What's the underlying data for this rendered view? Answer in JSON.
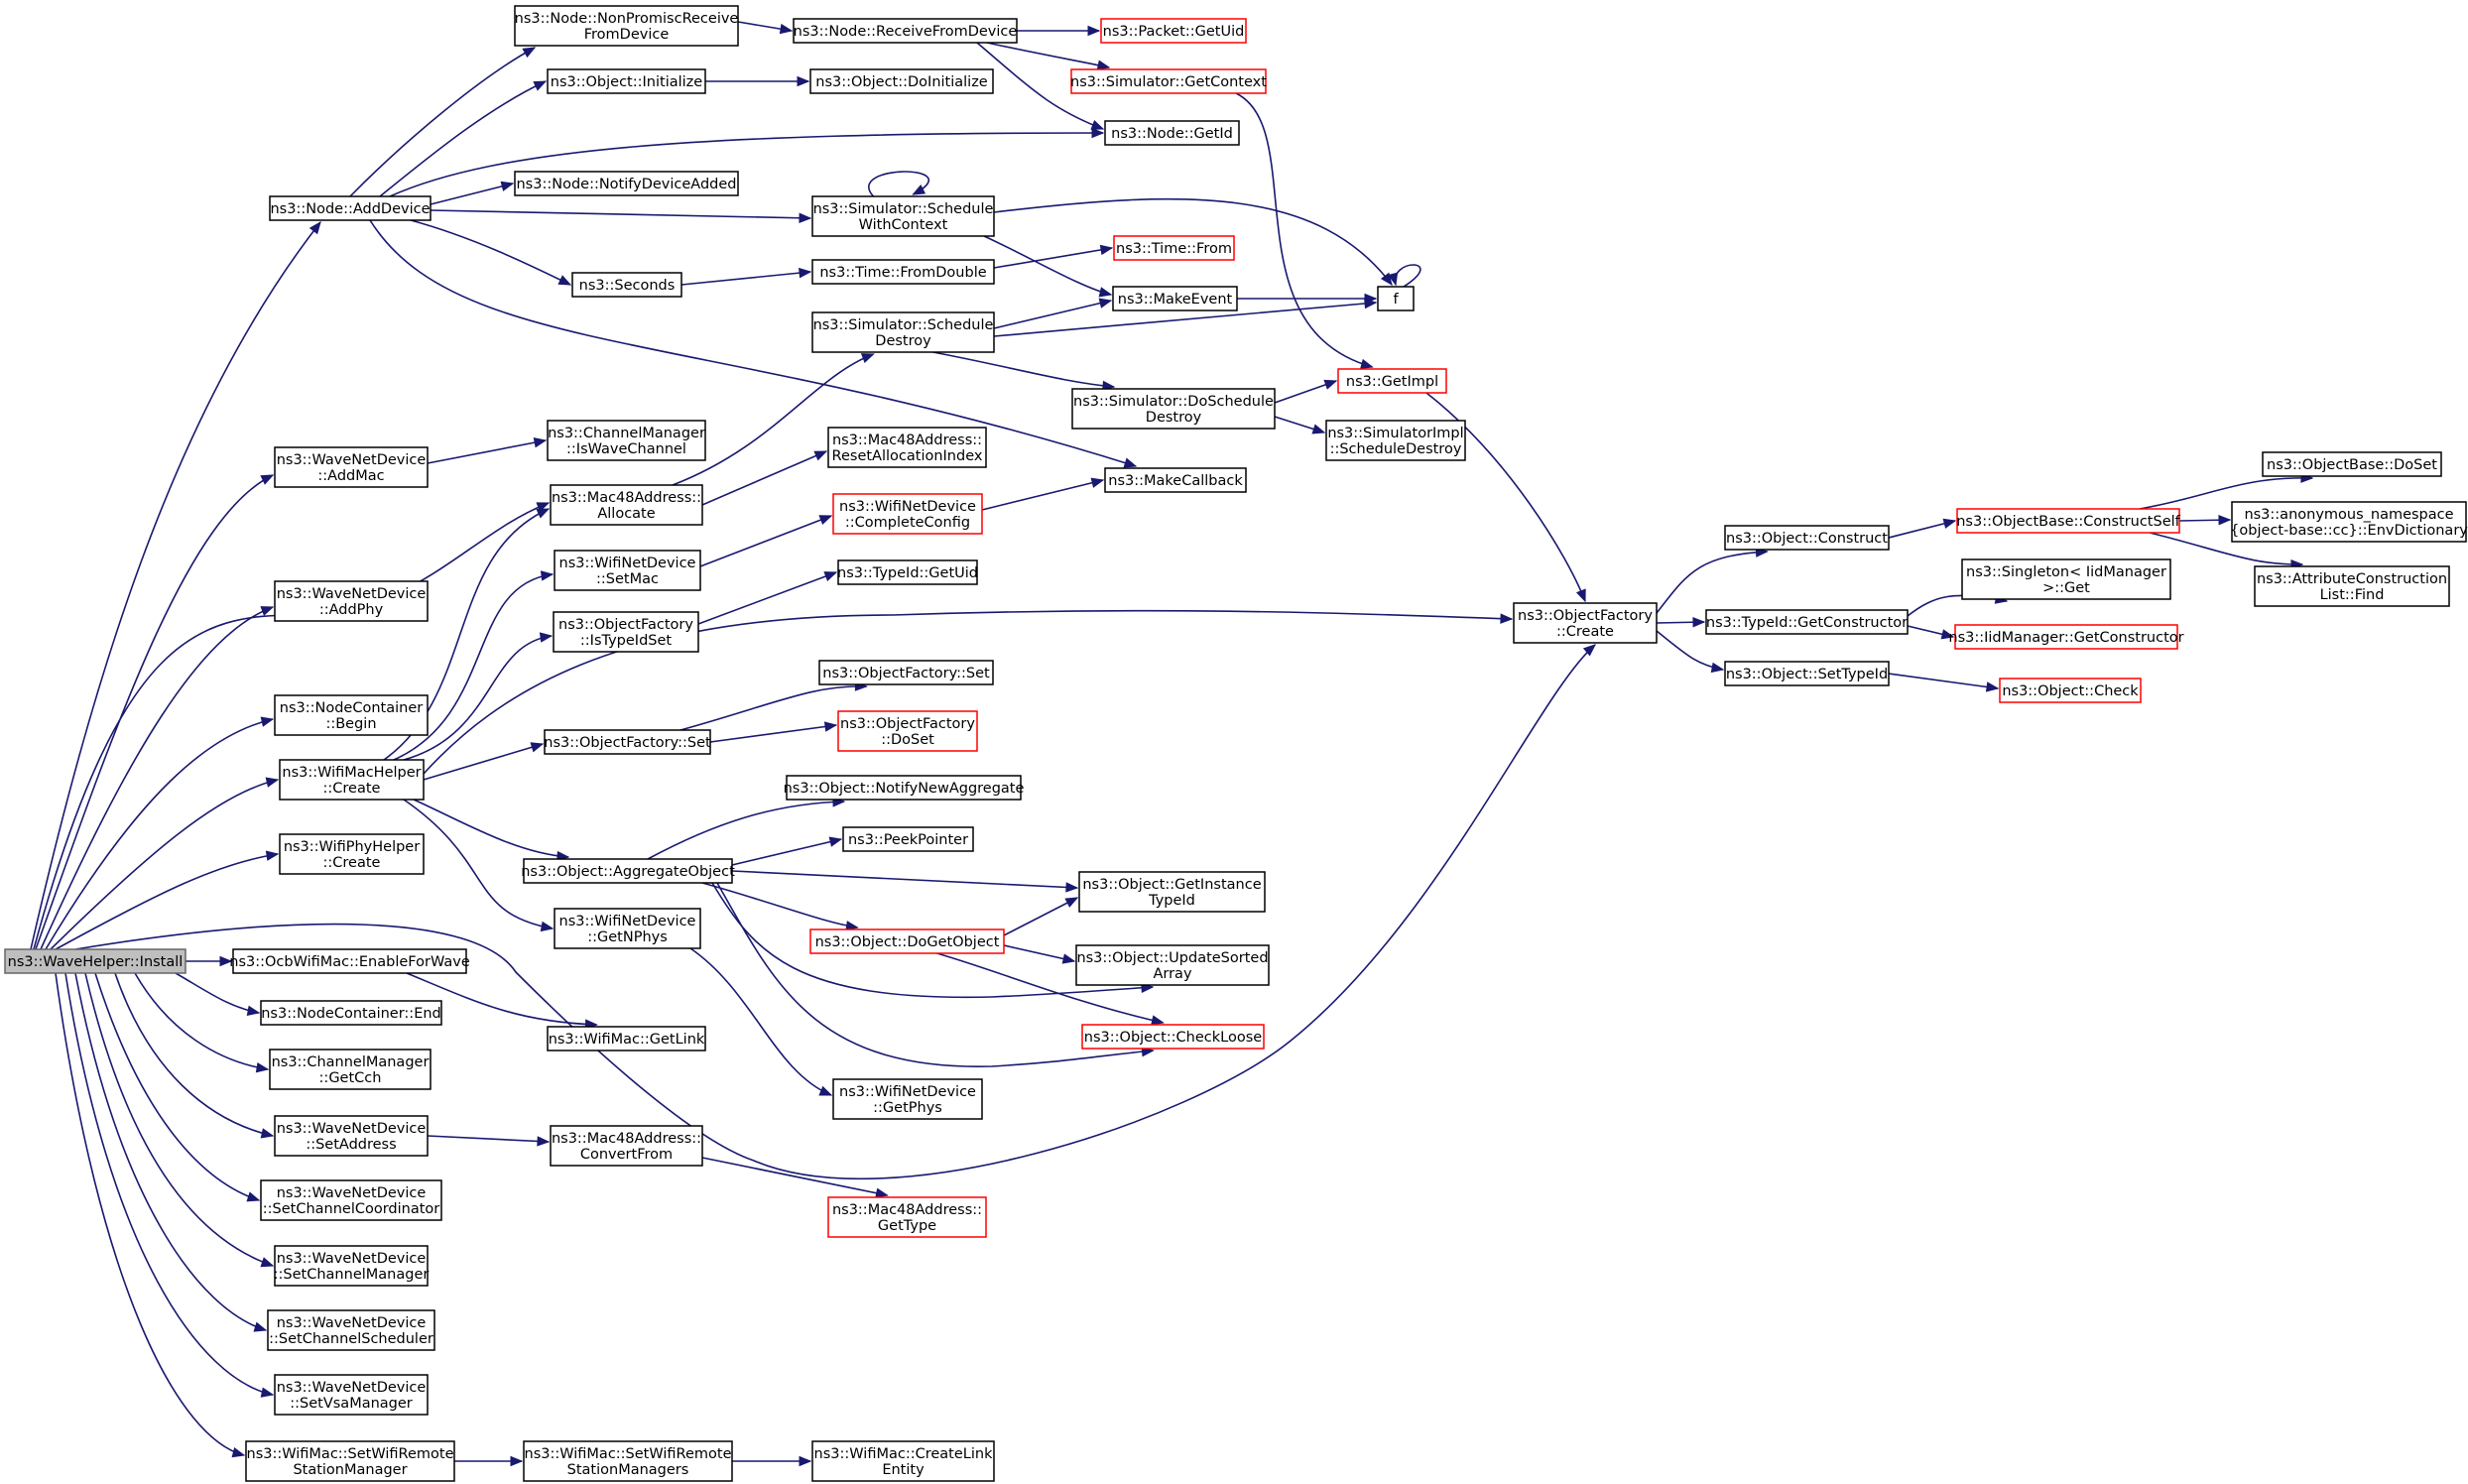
{
  "nodes": {
    "install": [
      "ns3::WaveHelper::Install"
    ],
    "addDevice": [
      "ns3::Node::AddDevice"
    ],
    "nonPromisc": [
      "ns3::Node::NonPromiscReceive",
      "FromDevice"
    ],
    "recvFromDev": [
      "ns3::Node::ReceiveFromDevice"
    ],
    "getUid": [
      "ns3::Packet::GetUid"
    ],
    "getContext": [
      "ns3::Simulator::GetContext"
    ],
    "nodeGetId": [
      "ns3::Node::GetId"
    ],
    "objInit": [
      "ns3::Object::Initialize"
    ],
    "doInit": [
      "ns3::Object::DoInitialize"
    ],
    "notifyDev": [
      "ns3::Node::NotifyDeviceAdded"
    ],
    "schedCtx": [
      "ns3::Simulator::Schedule",
      "WithContext"
    ],
    "seconds": [
      "ns3::Seconds"
    ],
    "fromDouble": [
      "ns3::Time::FromDouble"
    ],
    "timeFrom": [
      "ns3::Time::From"
    ],
    "makeEvent": [
      "ns3::MakeEvent"
    ],
    "f": [
      "f"
    ],
    "schedDestroy": [
      "ns3::Simulator::Schedule",
      "Destroy"
    ],
    "doSchedDestroy": [
      "ns3::Simulator::DoSchedule",
      "Destroy"
    ],
    "getImpl": [
      "ns3::GetImpl"
    ],
    "implSchedDestroy": [
      "ns3::SimulatorImpl",
      "::ScheduleDestroy"
    ],
    "addMac": [
      "ns3::WaveNetDevice",
      "::AddMac"
    ],
    "isWaveCh": [
      "ns3::ChannelManager",
      "::IsWaveChannel"
    ],
    "macAlloc": [
      "ns3::Mac48Address::",
      "Allocate"
    ],
    "resetAlloc": [
      "ns3::Mac48Address::",
      "ResetAllocationIndex"
    ],
    "makeCallback": [
      "ns3::MakeCallback"
    ],
    "addPhy": [
      "ns3::WaveNetDevice",
      "::AddPhy"
    ],
    "wifiSetMac": [
      "ns3::WifiNetDevice",
      "::SetMac"
    ],
    "completeCfg": [
      "ns3::WifiNetDevice",
      "::CompleteConfig"
    ],
    "isTypeIdSet": [
      "ns3::ObjectFactory",
      "::IsTypeIdSet"
    ],
    "typeIdGetUid": [
      "ns3::TypeId::GetUid"
    ],
    "ncBegin": [
      "ns3::NodeContainer",
      "::Begin"
    ],
    "ofSet1": [
      "ns3::ObjectFactory::Set"
    ],
    "ofSet2": [
      "ns3::ObjectFactory::Set"
    ],
    "ofDoSet": [
      "ns3::ObjectFactory",
      "::DoSet"
    ],
    "wifiMacCreate": [
      "ns3::WifiMacHelper",
      "::Create"
    ],
    "notifyAgg": [
      "ns3::Object::NotifyNewAggregate"
    ],
    "peekPtr": [
      "ns3::PeekPointer"
    ],
    "aggObj": [
      "ns3::Object::AggregateObject"
    ],
    "getInstTypeId": [
      "ns3::Object::GetInstance",
      "TypeId"
    ],
    "wifiPhyCreate": [
      "ns3::WifiPhyHelper",
      "::Create"
    ],
    "doGetObj": [
      "ns3::Object::DoGetObject"
    ],
    "updSorted": [
      "ns3::Object::UpdateSorted",
      "Array"
    ],
    "getNPhys": [
      "ns3::WifiNetDevice",
      "::GetNPhys"
    ],
    "checkLoose": [
      "ns3::Object::CheckLoose"
    ],
    "enableWave": [
      "ns3::OcbWifiMac::EnableForWave"
    ],
    "ncEnd": [
      "ns3::NodeContainer::End"
    ],
    "getLink": [
      "ns3::WifiMac::GetLink"
    ],
    "getCch": [
      "ns3::ChannelManager",
      "::GetCch"
    ],
    "getPhys": [
      "ns3::WifiNetDevice",
      "::GetPhys"
    ],
    "setAddr": [
      "ns3::WaveNetDevice",
      "::SetAddress"
    ],
    "convertFrom": [
      "ns3::Mac48Address::",
      "ConvertFrom"
    ],
    "getType": [
      "ns3::Mac48Address::",
      "GetType"
    ],
    "setChCoord": [
      "ns3::WaveNetDevice",
      "::SetChannelCoordinator"
    ],
    "setChMgr": [
      "ns3::WaveNetDevice",
      "::SetChannelManager"
    ],
    "setChSched": [
      "ns3::WaveNetDevice",
      "::SetChannelScheduler"
    ],
    "setVsa": [
      "ns3::WaveNetDevice",
      "::SetVsaManager"
    ],
    "setRemote": [
      "ns3::WifiMac::SetWifiRemote",
      "StationManager"
    ],
    "setRemotes": [
      "ns3::WifiMac::SetWifiRemote",
      "StationManagers"
    ],
    "createLink": [
      "ns3::WifiMac::CreateLink",
      "Entity"
    ],
    "ofCreate": [
      "ns3::ObjectFactory",
      "::Create"
    ],
    "objConstruct": [
      "ns3::Object::Construct"
    ],
    "constructSelf": [
      "ns3::ObjectBase::ConstructSelf"
    ],
    "obDoSet": [
      "ns3::ObjectBase::DoSet"
    ],
    "envDict": [
      "ns3::anonymous_namespace",
      "{object-base::cc}::EnvDictionary"
    ],
    "attrFind": [
      "ns3::AttributeConstruction",
      "List::Find"
    ],
    "getCtor": [
      "ns3::TypeId::GetConstructor"
    ],
    "singletonGet": [
      "ns3::Singleton< IidManager",
      " >::Get"
    ],
    "iidGetCtor": [
      "ns3::IidManager::GetConstructor"
    ],
    "setTypeId": [
      "ns3::Object::SetTypeId"
    ],
    "objCheck": [
      "ns3::Object::Check"
    ]
  },
  "colors": {
    "edge": "#191970",
    "node_border": "#000000",
    "truncated_border": "#ff0000",
    "root_fill": "#bfbfbf"
  }
}
